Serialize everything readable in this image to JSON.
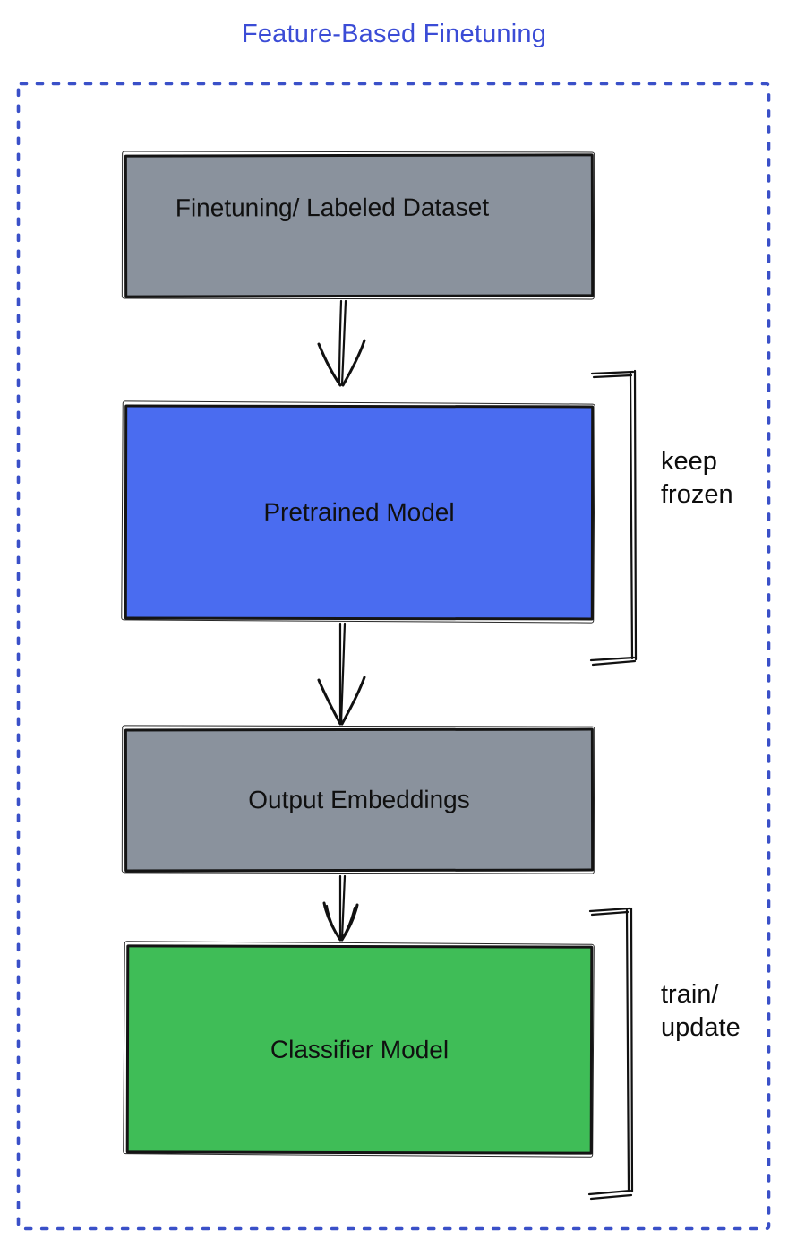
{
  "title": {
    "text": "Feature-Based Finetuning",
    "color": "#3B4CD6"
  },
  "diagram": {
    "frame_color": "#3A50C8",
    "stroke_color": "#111111",
    "nodes": [
      {
        "id": "dataset",
        "label": "Finetuning/ Labeled Dataset",
        "fill": "#8A929D"
      },
      {
        "id": "pretrained",
        "label": "Pretrained Model",
        "fill": "#4A6CF0"
      },
      {
        "id": "embeddings",
        "label": "Output Embeddings",
        "fill": "#8A929D"
      },
      {
        "id": "classifier",
        "label": "Classifier Model",
        "fill": "#3FBD57"
      }
    ],
    "edges": [
      {
        "from": "dataset",
        "to": "pretrained"
      },
      {
        "from": "pretrained",
        "to": "embeddings"
      },
      {
        "from": "embeddings",
        "to": "classifier"
      }
    ],
    "annotations": [
      {
        "target": "pretrained",
        "label": "keep\nfrozen"
      },
      {
        "target": "classifier",
        "label": "train/\nupdate"
      }
    ],
    "icons": {
      "edge_arrow": "arrow-down",
      "annotation_bracket": "square-bracket-right"
    }
  }
}
